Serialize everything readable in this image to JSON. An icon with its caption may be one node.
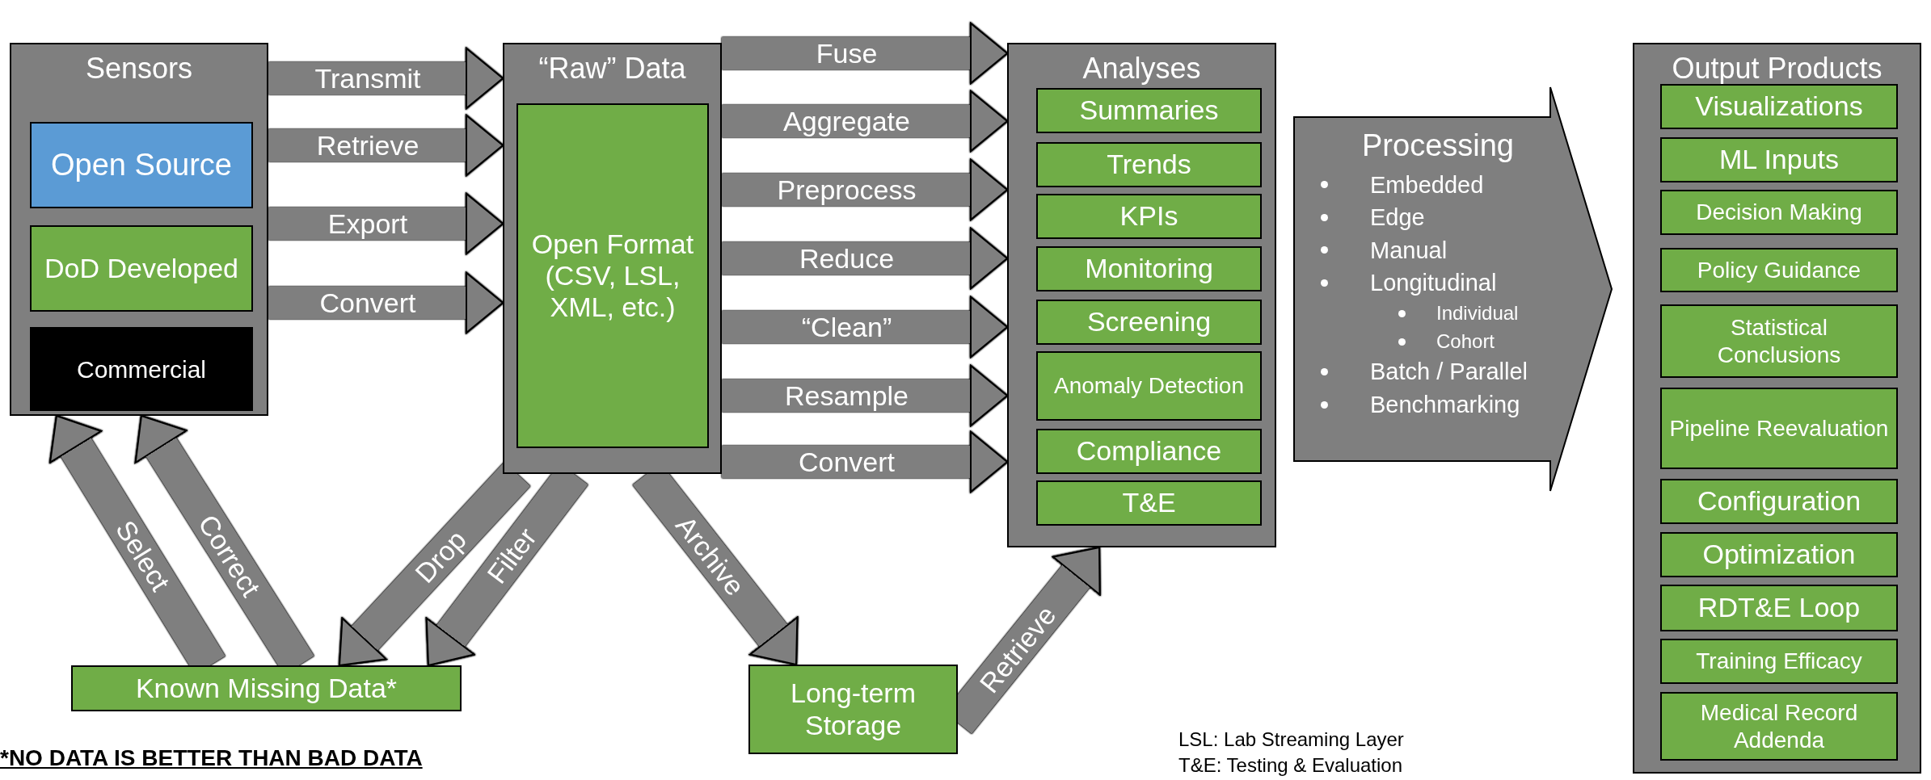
{
  "diagram": {
    "nodes": [
      {
        "text": [
          "Sensors"
        ]
      },
      {
        "text": [
          "Open Source"
        ],
        "in": 0
      },
      {
        "text": [
          "DoD Developed"
        ],
        "in": 0
      },
      {
        "text": [
          "Commercial"
        ],
        "in": 0
      },
      {
        "text": [
          "“Raw” Data"
        ]
      },
      {
        "text": [
          "Open Format (CSV, LSL, XML, etc.)"
        ],
        "in": 4
      },
      {
        "text": [
          "Analyses"
        ]
      },
      {
        "text": [
          "Summaries"
        ],
        "in": 6
      },
      {
        "text": [
          "Trends"
        ],
        "in": 6
      },
      {
        "text": [
          "KPIs"
        ],
        "in": 6
      },
      {
        "text": [
          "Monitoring"
        ],
        "in": 6
      },
      {
        "text": [
          "Screening"
        ],
        "in": 6
      },
      {
        "text": [
          "Anomaly Detection"
        ],
        "in": 6
      },
      {
        "text": [
          "Compliance"
        ],
        "in": 6
      },
      {
        "text": [
          "T&E"
        ],
        "in": 6
      },
      {
        "text": [
          "Processing",
          "Embedded",
          "Edge",
          "Manual",
          "Longitudinal",
          "Individual",
          "Cohort",
          "Batch / Parallel",
          "Benchmarking"
        ]
      },
      {
        "text": [
          "Output Products"
        ]
      },
      {
        "text": [
          "Visualizations"
        ],
        "in": 16
      },
      {
        "text": [
          "ML Inputs"
        ],
        "in": 16
      },
      {
        "text": [
          "Decision Making"
        ],
        "in": 16
      },
      {
        "text": [
          "Policy Guidance"
        ],
        "in": 16
      },
      {
        "text": [
          "Statistical Conclusions"
        ],
        "in": 16
      },
      {
        "text": [
          "Pipeline Reevaluation"
        ],
        "in": 16
      },
      {
        "text": [
          "Configuration"
        ],
        "in": 16
      },
      {
        "text": [
          "Optimization"
        ],
        "in": 16
      },
      {
        "text": [
          "RDT&E Loop"
        ],
        "in": 16
      },
      {
        "text": [
          "Training Efficacy"
        ],
        "in": 16
      },
      {
        "text": [
          "Medical Record Addenda"
        ],
        "in": 16
      },
      {
        "text": [
          "Known Missing Data*"
        ]
      },
      {
        "text": [
          "Long-term Storage"
        ]
      }
    ],
    "edges": [
      {
        "from": 0,
        "to": 4,
        "arrow": "to",
        "label": "Transmit"
      },
      {
        "from": 0,
        "to": 4,
        "arrow": "to",
        "label": "Retrieve"
      },
      {
        "from": 0,
        "to": 4,
        "arrow": "to",
        "label": "Export"
      },
      {
        "from": 0,
        "to": 4,
        "arrow": "to",
        "label": "Convert"
      },
      {
        "from": 4,
        "to": 6,
        "arrow": "to",
        "label": "Fuse"
      },
      {
        "from": 4,
        "to": 6,
        "arrow": "to",
        "label": "Aggregate"
      },
      {
        "from": 4,
        "to": 6,
        "arrow": "to",
        "label": "Preprocess"
      },
      {
        "from": 4,
        "to": 6,
        "arrow": "to",
        "label": "Reduce"
      },
      {
        "from": 4,
        "to": 6,
        "arrow": "to",
        "label": "“Clean”"
      },
      {
        "from": 4,
        "to": 6,
        "arrow": "to",
        "label": "Resample"
      },
      {
        "from": 4,
        "to": 6,
        "arrow": "to",
        "label": "Convert"
      },
      {
        "from": 28,
        "to": 0,
        "arrow": "to",
        "label": "Select"
      },
      {
        "from": 28,
        "to": 0,
        "arrow": "to",
        "label": "Correct"
      },
      {
        "from": 4,
        "to": 28,
        "arrow": "to",
        "label": "Drop"
      },
      {
        "from": 4,
        "to": 28,
        "arrow": "to",
        "label": "Filter"
      },
      {
        "from": 4,
        "to": 29,
        "arrow": "to",
        "label": "Archive"
      },
      {
        "from": 29,
        "to": 6,
        "arrow": "to",
        "label": "Retrieve"
      }
    ],
    "labels": [
      "*NO DATA IS BETTER THAN BAD DATA",
      "LSL: Lab Streaming Layer",
      "T&E: Testing & Evaluation"
    ]
  }
}
